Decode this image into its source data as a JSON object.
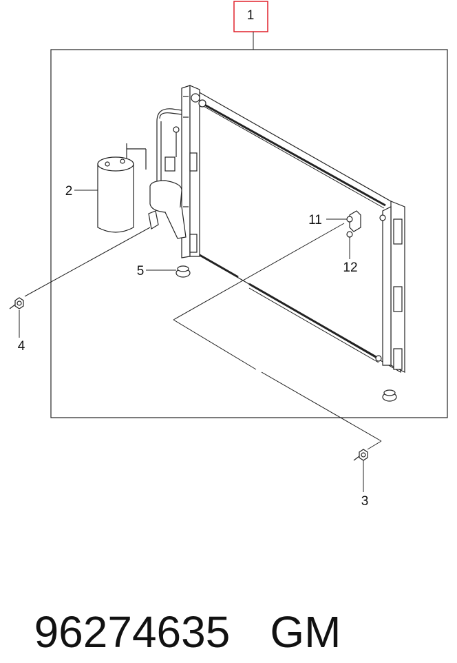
{
  "callouts": {
    "c1": "1",
    "c2": "2",
    "c3": "3",
    "c4": "4",
    "c5": "5",
    "c11": "11",
    "c12": "12"
  },
  "highlight_color": "#e0202a",
  "footer": {
    "part_number": "96274635",
    "brand": "GM"
  }
}
